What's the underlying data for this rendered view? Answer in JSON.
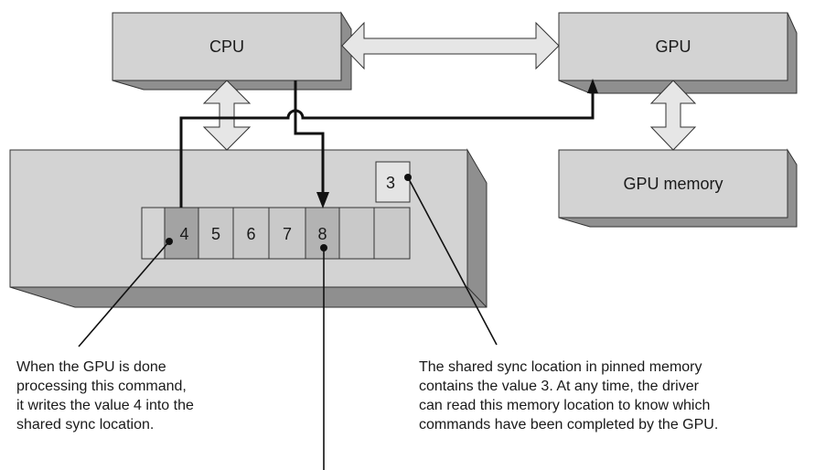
{
  "diagram": {
    "nodes": {
      "cpu": {
        "label": "CPU"
      },
      "gpu": {
        "label": "GPU"
      },
      "gpu_memory": {
        "label": "GPU memory"
      },
      "pinned_memory": {
        "sync_location": {
          "label": "3"
        },
        "command_buffer": [
          {
            "label": "",
            "shade": "#d4d4d4"
          },
          {
            "label": "4",
            "shade": "#a3a3a3"
          },
          {
            "label": "5",
            "shade": "#c9c9c9"
          },
          {
            "label": "6",
            "shade": "#c9c9c9"
          },
          {
            "label": "7",
            "shade": "#c9c9c9"
          },
          {
            "label": "8",
            "shade": "#b3b3b3"
          },
          {
            "label": "",
            "shade": "#c9c9c9"
          },
          {
            "label": "",
            "shade": "#c9c9c9"
          }
        ]
      }
    },
    "edges": [
      {
        "from": "CPU",
        "to": "GPU",
        "type": "bidirectional"
      },
      {
        "from": "CPU",
        "to": "pinned memory",
        "type": "bidirectional"
      },
      {
        "from": "GPU",
        "to": "GPU memory",
        "type": "bidirectional"
      },
      {
        "from": "command 4",
        "to": "GPU",
        "type": "directed"
      },
      {
        "from": "CPU",
        "to": "command 8",
        "type": "directed"
      }
    ],
    "annotations": {
      "command4_note": "When the GPU is done\nprocessing this command,\nit writes the value 4 into the\nshared sync location.",
      "sync_note": "The shared sync location in pinned memory\ncontains the value 3. At any time, the driver\ncan read this memory location to know which\ncommands have been completed by the GPU."
    }
  }
}
